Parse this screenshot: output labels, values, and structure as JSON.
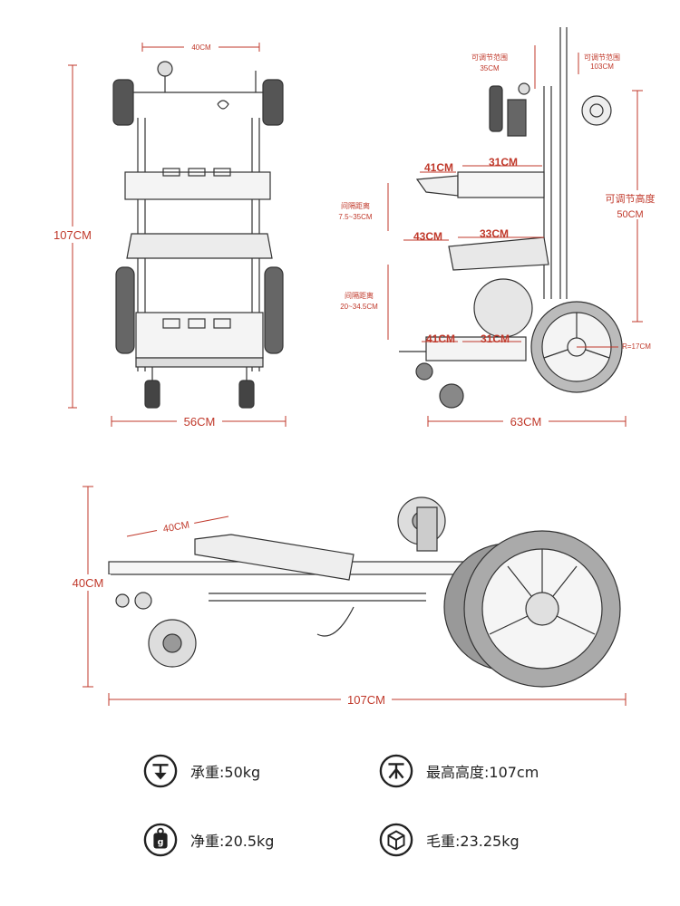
{
  "front_view": {
    "width_top": "40CM",
    "height": "107CM",
    "width_bottom": "56CM"
  },
  "side_view": {
    "adjust_range_label": "可调节范围",
    "adjust_range_value": "35CM",
    "adjust_range2_label": "可调节范围",
    "adjust_range2_value": "103CM",
    "adjust_height_label": "可调节高度",
    "adjust_height_value": "50CM",
    "tray_top_depth": "41CM",
    "tray_top_width": "31CM",
    "spacing1_label": "间隔距离",
    "spacing1_value": "7.5~35CM",
    "tray_mid_depth": "43CM",
    "tray_mid_width": "33CM",
    "spacing2_label": "间隔距离",
    "spacing2_value": "20~34.5CM",
    "tray_bottom_depth": "41CM",
    "tray_bottom_width": "31CM",
    "wheel_radius": "R=17CM",
    "depth": "63CM"
  },
  "folded_view": {
    "handle_length": "40CM",
    "height": "40CM",
    "length": "107CM"
  },
  "specs": [
    {
      "icon": "load-weight-icon",
      "text": "承重:50kg"
    },
    {
      "icon": "max-height-icon",
      "text": "最高高度:107cm"
    },
    {
      "icon": "net-weight-icon",
      "text": "净重:20.5kg"
    },
    {
      "icon": "gross-weight-icon",
      "text": "毛重:23.25kg"
    }
  ]
}
